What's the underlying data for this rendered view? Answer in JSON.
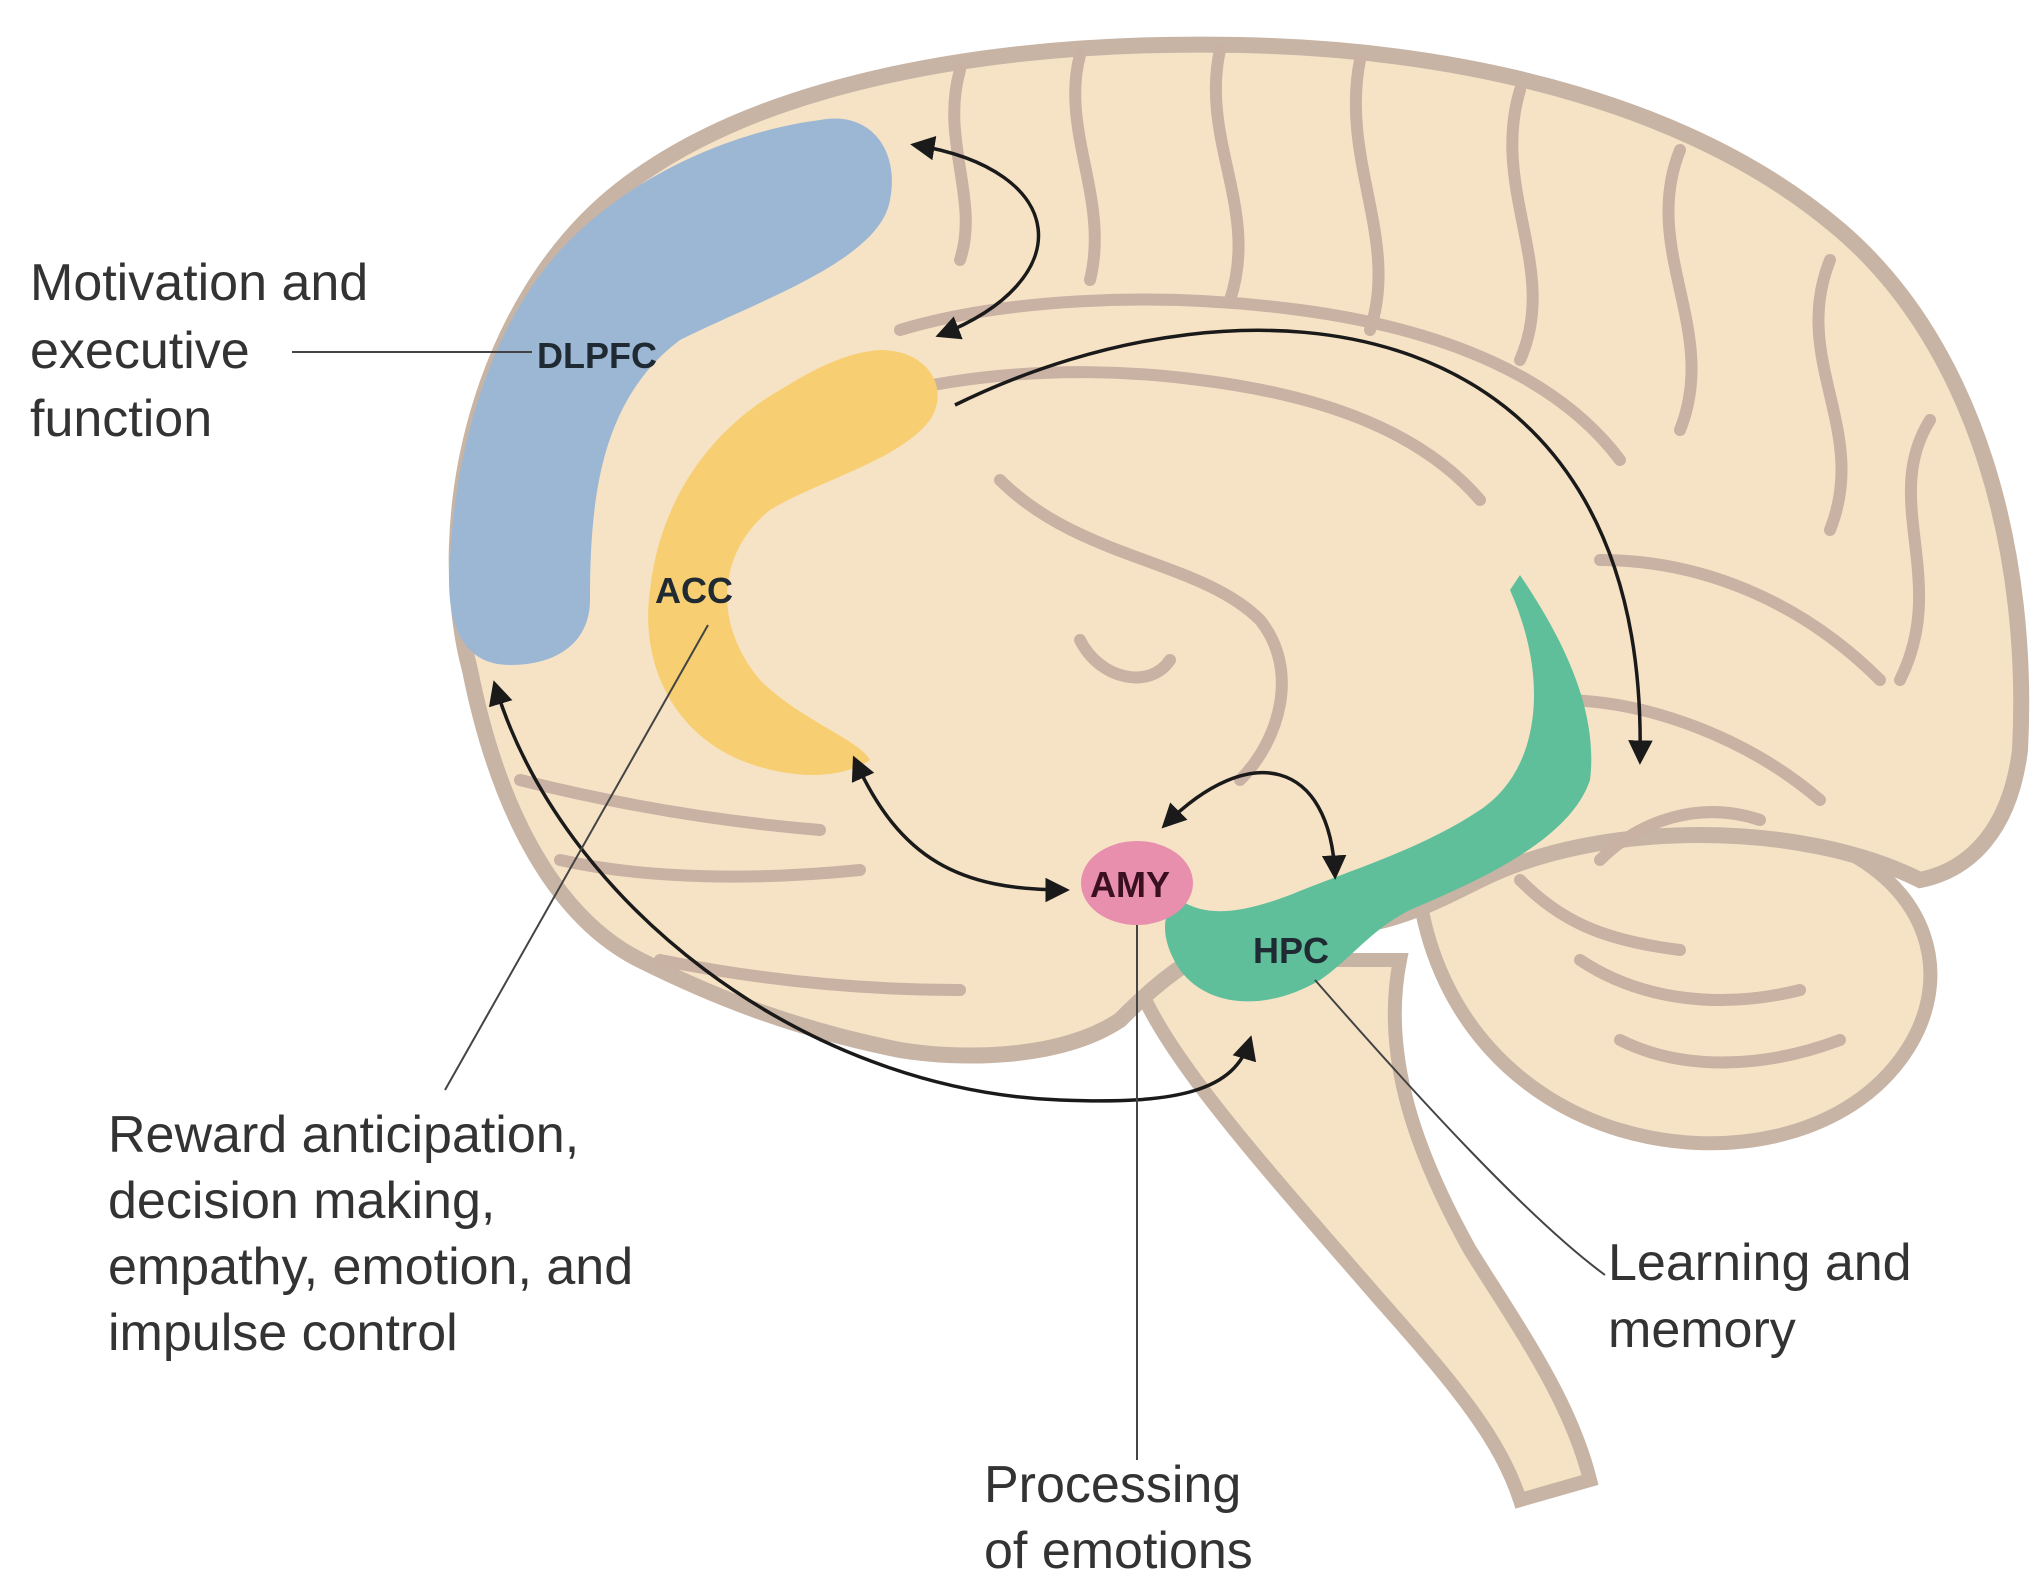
{
  "regions": {
    "dlpfc": {
      "label": "DLPFC",
      "color": "#9cb7d4"
    },
    "acc": {
      "label": "ACC",
      "color": "#f7cf72"
    },
    "amy": {
      "label": "AMY",
      "color": "#e88fae"
    },
    "hpc": {
      "label": "HPC",
      "color": "#5fbf9a"
    }
  },
  "callouts": {
    "dlpfc": [
      "Motivation and",
      "executive",
      "function"
    ],
    "acc": [
      "Reward anticipation,",
      "decision making,",
      "empathy, emotion, and",
      "impulse control"
    ],
    "hpc": [
      "Learning and",
      "memory"
    ],
    "amy": [
      "Processing",
      "of emotions"
    ]
  },
  "colors": {
    "brain_fill": "#f6e3c6",
    "brain_outline": "#c8b4a4",
    "sulcus": "#c9b1a3",
    "arrow": "#1a1a1a"
  }
}
